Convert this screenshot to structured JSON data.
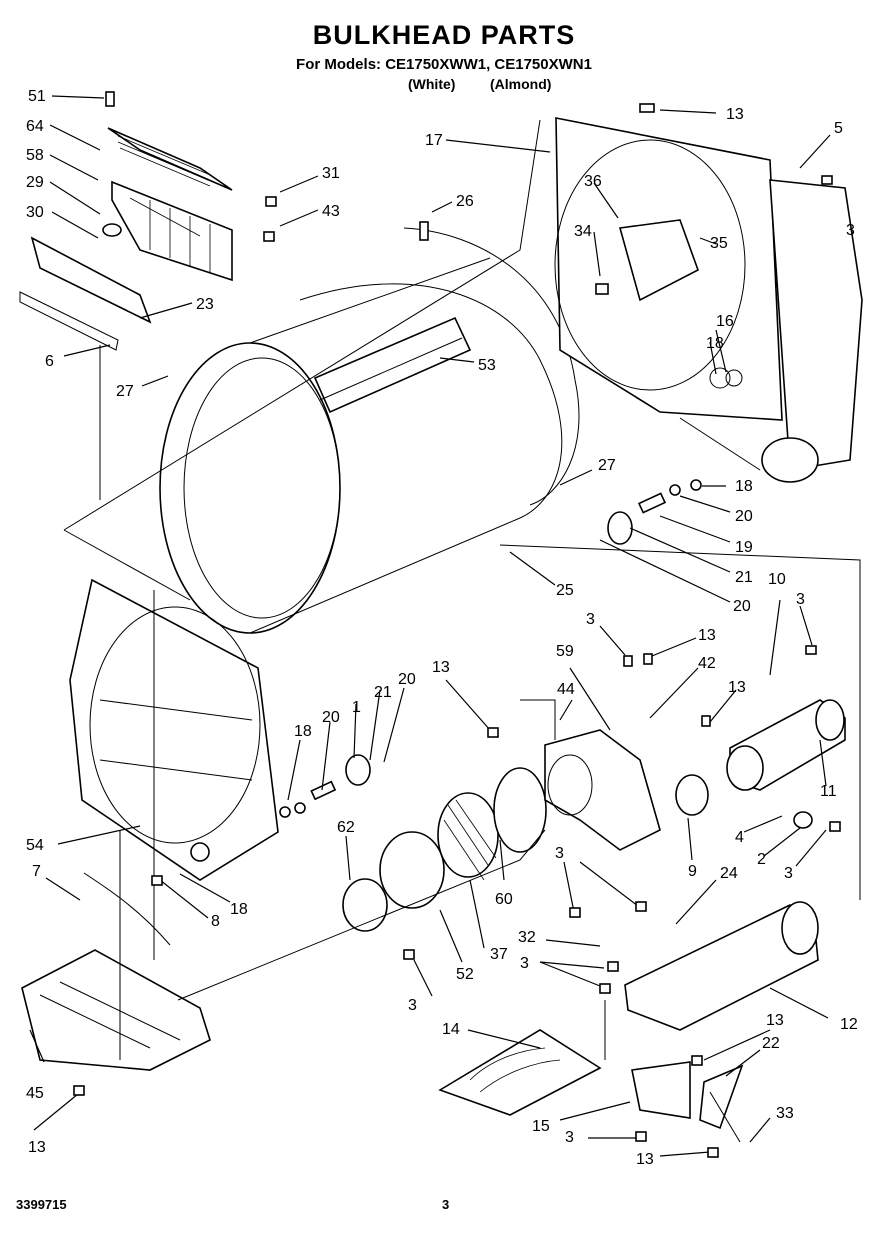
{
  "header": {
    "title": "BULKHEAD PARTS",
    "models_line": "For Models: CE1750XWW1, CE1750XWN1",
    "variant_1": "(White)",
    "variant_2": "(Almond)"
  },
  "footer": {
    "doc_number": "3399715",
    "page_number": "3"
  },
  "callouts": [
    "51",
    "64",
    "58",
    "29",
    "30",
    "23",
    "6",
    "27",
    "31",
    "43",
    "26",
    "53",
    "17",
    "36",
    "34",
    "35",
    "5",
    "3",
    "13",
    "16",
    "18",
    "27",
    "18",
    "20",
    "19",
    "21",
    "20",
    "25",
    "18",
    "20",
    "1",
    "21",
    "20",
    "54",
    "7",
    "8",
    "18",
    "62",
    "52",
    "37",
    "60",
    "13",
    "59",
    "44",
    "3",
    "13",
    "42",
    "10",
    "3",
    "13",
    "11",
    "4",
    "2",
    "3",
    "9",
    "3",
    "24",
    "32",
    "3",
    "12",
    "14",
    "15",
    "3",
    "13",
    "22",
    "33",
    "13",
    "45",
    "13",
    "3"
  ]
}
